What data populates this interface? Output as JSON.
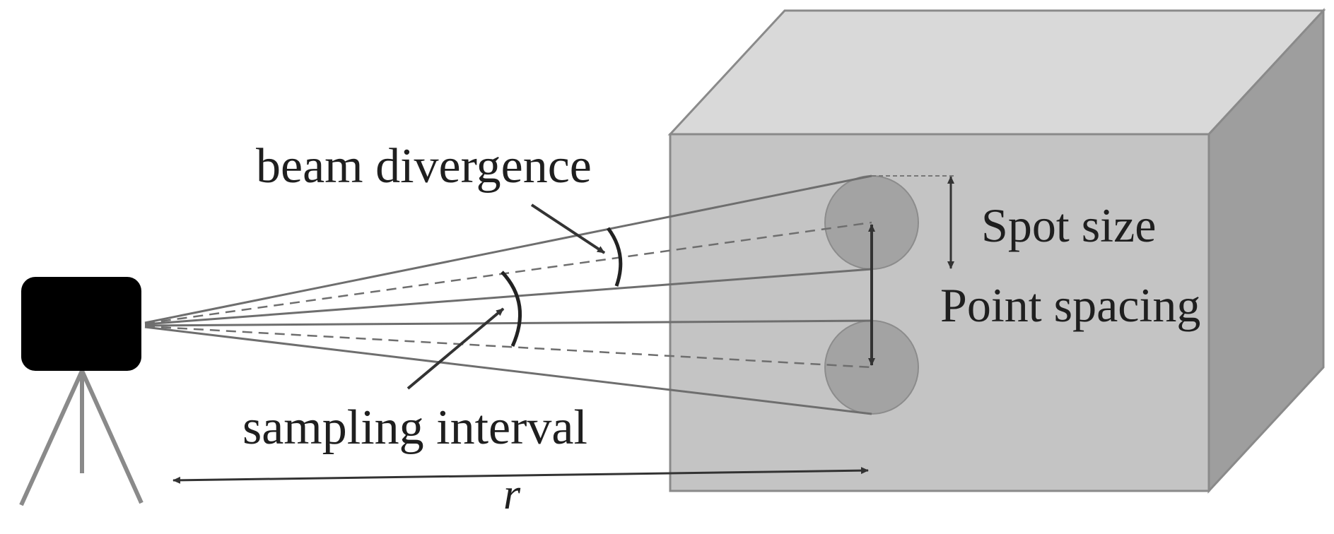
{
  "labels": {
    "beam_divergence": "beam divergence",
    "sampling_interval": "sampling interval",
    "spot_size": "Spot size",
    "point_spacing": "Point spacing",
    "range": "r"
  },
  "colors": {
    "box_front": "#c4c4c4",
    "box_top": "#d9d9d9",
    "box_side": "#9e9e9e",
    "box_edge": "#8a8a8a",
    "spot": "#a3a3a3",
    "beam_line": "#6e6e6e",
    "scanner": "#000000",
    "text": "#1f1f1f"
  }
}
